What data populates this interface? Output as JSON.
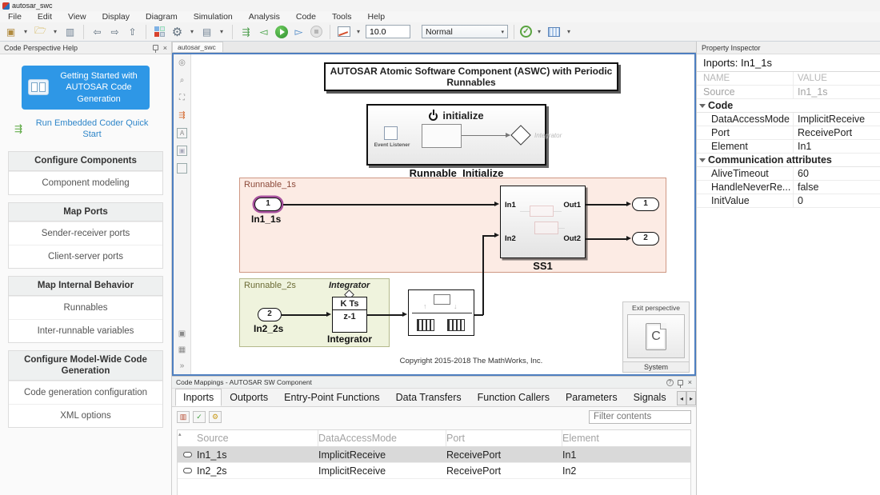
{
  "window": {
    "title": "autosar_swc"
  },
  "menu": {
    "items": [
      "File",
      "Edit",
      "View",
      "Display",
      "Diagram",
      "Simulation",
      "Analysis",
      "Code",
      "Tools",
      "Help"
    ]
  },
  "toolbar": {
    "sim_stop_time": "10.0",
    "sim_mode": "Normal",
    "dropdown_glyph": "▾"
  },
  "glyphs": {
    "close": "×",
    "help": "?",
    "scroll_left": "◂",
    "scroll_right": "▸",
    "check": "✓",
    "more": "»",
    "back": "⇦",
    "forward": "⇨",
    "up": "⇧",
    "step_back": "◅",
    "step_fwd": "▻",
    "gear": "⚙",
    "list": "▤",
    "connect": "⇶",
    "annotation": "A",
    "zoom": "⌕",
    "fit": "⛶",
    "target": "◎",
    "square": "□",
    "img": "▣",
    "grid": "▦"
  },
  "help_panel": {
    "title": "Code Perspective Help",
    "getting_started": "Getting Started with AUTOSAR Code Generation",
    "quick_start": "Run Embedded Coder Quick Start",
    "sections": [
      {
        "header": "Configure Components",
        "items": [
          "Component modeling"
        ]
      },
      {
        "header": "Map Ports",
        "items": [
          "Sender-receiver ports",
          "Client-server ports"
        ]
      },
      {
        "header": "Map Internal Behavior",
        "items": [
          "Runnables",
          "Inter-runnable variables"
        ]
      },
      {
        "header": "Configure Model-Wide Code Generation",
        "items": [
          "Code generation configuration",
          "XML options"
        ]
      }
    ]
  },
  "canvas": {
    "tab": "autosar_swc",
    "banner": "AUTOSAR Atomic Software Component (ASWC) with Periodic Runnables",
    "initialize": {
      "title": "initialize",
      "event_listener": "Event Listener",
      "integrator_ref": "Integrator",
      "label": "Runnable_Initialize"
    },
    "runnable_1s": {
      "label": "Runnable_1s",
      "inport_num": "1",
      "inport_label": "In1_1s"
    },
    "ss1": {
      "label": "SS1",
      "in1": "In1",
      "in2": "In2",
      "out1": "Out1",
      "out2": "Out2",
      "outport1_num": "1",
      "outport2_num": "2"
    },
    "runnable_2s": {
      "label": "Runnable_2s",
      "inport_num": "2",
      "inport_label": "In2_2s",
      "integrator_top": "K Ts",
      "integrator_bottom": "z-1",
      "integrator_label": "Integrator",
      "annotation": "Integrator"
    },
    "copyright": "Copyright 2015-2018 The MathWorks, Inc.",
    "exit_perspective": {
      "title": "Exit perspective",
      "icon_letter": "C",
      "label": "System"
    }
  },
  "property_inspector": {
    "title": "Property Inspector",
    "subtitle": "Inports: In1_1s",
    "columns": [
      "NAME",
      "VALUE"
    ],
    "source_row": {
      "name": "Source",
      "value": "In1_1s"
    },
    "groups": [
      {
        "name": "Code",
        "rows": [
          [
            "DataAccessMode",
            "ImplicitReceive"
          ],
          [
            "Port",
            "ReceivePort"
          ],
          [
            "Element",
            "In1"
          ]
        ]
      },
      {
        "name": "Communication attributes",
        "rows": [
          [
            "AliveTimeout",
            "60"
          ],
          [
            "HandleNeverRe...",
            "false"
          ],
          [
            "InitValue",
            "0"
          ]
        ]
      }
    ]
  },
  "code_mappings": {
    "title": "Code Mappings - AUTOSAR SW Component",
    "tabs": [
      "Inports",
      "Outports",
      "Entry-Point Functions",
      "Data Transfers",
      "Function Callers",
      "Parameters",
      "Signals"
    ],
    "filter_placeholder": "Filter contents",
    "table": {
      "columns": [
        "Source",
        "DataAccessMode",
        "Port",
        "Element"
      ],
      "rows": [
        {
          "source": "In1_1s",
          "mode": "ImplicitReceive",
          "port": "ReceivePort",
          "element": "In1"
        },
        {
          "source": "In2_2s",
          "mode": "ImplicitReceive",
          "port": "ReceivePort",
          "element": "In2"
        }
      ]
    }
  }
}
